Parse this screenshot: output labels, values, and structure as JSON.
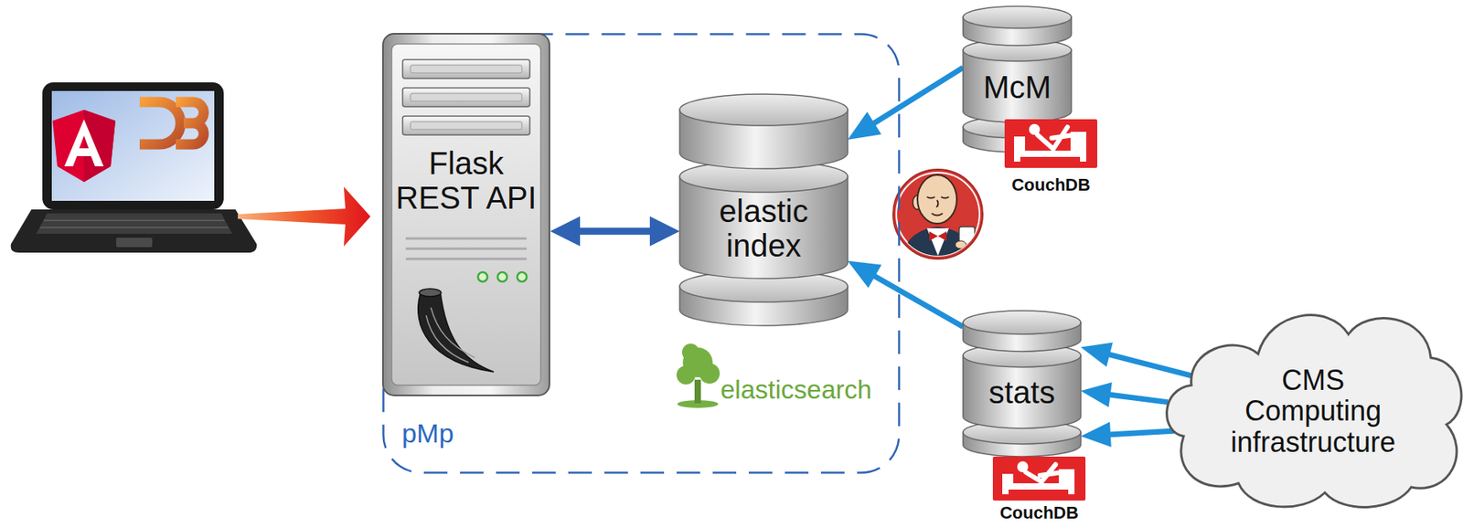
{
  "diagram": {
    "nodes": [
      {
        "text": [
          "pMp"
        ]
      },
      {
        "text": [
          "Flask REST API"
        ],
        "in": 0
      },
      {
        "text": [
          "elastic index"
        ],
        "in": 0
      },
      {
        "text": [
          "McM"
        ]
      },
      {
        "text": [
          "stats"
        ]
      },
      {
        "text": [
          "CMS Computing infrastructure"
        ]
      }
    ],
    "edges": [
      {
        "from": 1,
        "to": 2,
        "arrow": "both"
      },
      {
        "from": 3,
        "to": 2,
        "arrow": "to"
      },
      {
        "from": 4,
        "to": 2,
        "arrow": "to"
      },
      {
        "from": 5,
        "to": 4,
        "arrow": "to"
      },
      {
        "from": 5,
        "to": 4,
        "arrow": "to"
      },
      {
        "from": 5,
        "to": 4,
        "arrow": "to"
      }
    ],
    "labels": [
      "elasticsearch",
      "CouchDB",
      "CouchDB"
    ]
  }
}
